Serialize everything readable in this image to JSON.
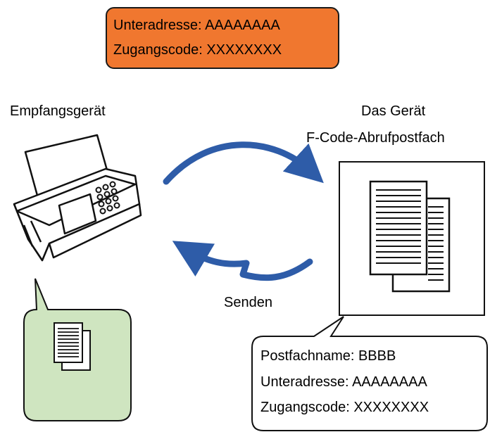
{
  "top_info": {
    "subaddress": "Unteradresse: AAAAAAAA",
    "access_code": "Zugangscode: XXXXXXXX"
  },
  "receiver": {
    "label": "Empfangsgerät"
  },
  "device": {
    "title": "Das Gerät",
    "mailbox": "F-Code-Abrufpostfach"
  },
  "send_label": "Senden",
  "mailbox_info": {
    "mailbox_name": "Postfachname: BBBB",
    "subaddress": "Unteradresse: AAAAAAAA",
    "access_code": "Zugangscode: XXXXXXXX"
  },
  "colors": {
    "orange": "#f0772f",
    "arrow_blue": "#2e5ca8",
    "green": "#cfe5c0"
  }
}
